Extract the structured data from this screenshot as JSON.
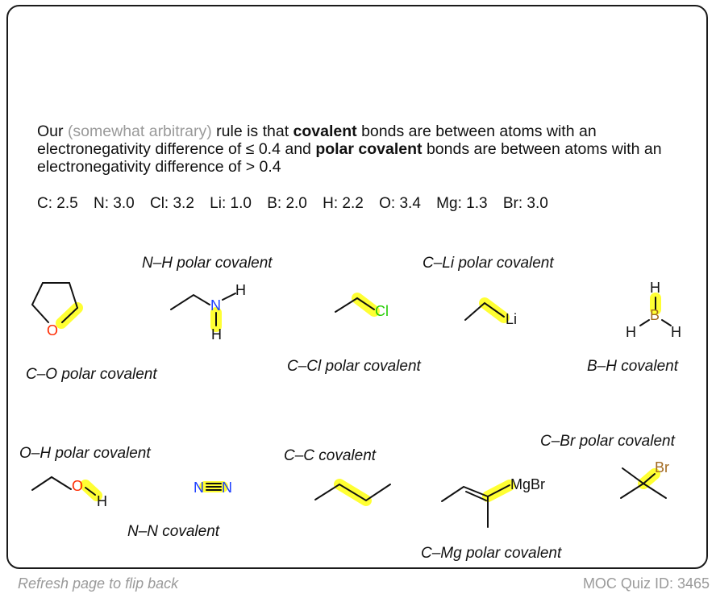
{
  "rule": {
    "p1": "Our ",
    "muted": "(somewhat arbitrary)",
    "p2": " rule is that ",
    "covalent": "covalent",
    "p3": " bonds are between atoms with an electronegativity difference of ≤ 0.4 and ",
    "polar_covalent": "polar covalent",
    "p4": " bonds are between atoms with an electronegativity difference of > 0.4"
  },
  "electronegativities": [
    "C: 2.5",
    "N: 3.0",
    "Cl: 3.2",
    "Li: 1.0",
    "B: 2.0",
    "H: 2.2",
    "O: 3.4",
    "Mg: 1.3",
    "Br: 3.0"
  ],
  "labels": {
    "nh": "N–H polar covalent",
    "cli": "C–Li polar covalent",
    "co": "C–O polar covalent",
    "ccl": "C–Cl polar covalent",
    "bh": "B–H covalent",
    "oh": "O–H polar covalent",
    "cc": "C–C covalent",
    "cbr": "C–Br polar covalent",
    "nn": "N–N covalent",
    "cmg": "C–Mg polar covalent"
  },
  "atoms": {
    "O": "O",
    "N": "N",
    "H": "H",
    "Cl": "Cl",
    "Li": "Li",
    "B": "B",
    "MgBr": "MgBr",
    "Br": "Br"
  },
  "colors": {
    "highlight": "#ffff33",
    "O": "#ff2a00",
    "N": "#1a3cff",
    "Cl": "#22cc00",
    "B": "#a36a1f",
    "Br": "#a36a1f",
    "muted": "#9a9a9a"
  },
  "footer": {
    "left": "Refresh page to flip back",
    "right": "MOC Quiz ID: 3465"
  }
}
